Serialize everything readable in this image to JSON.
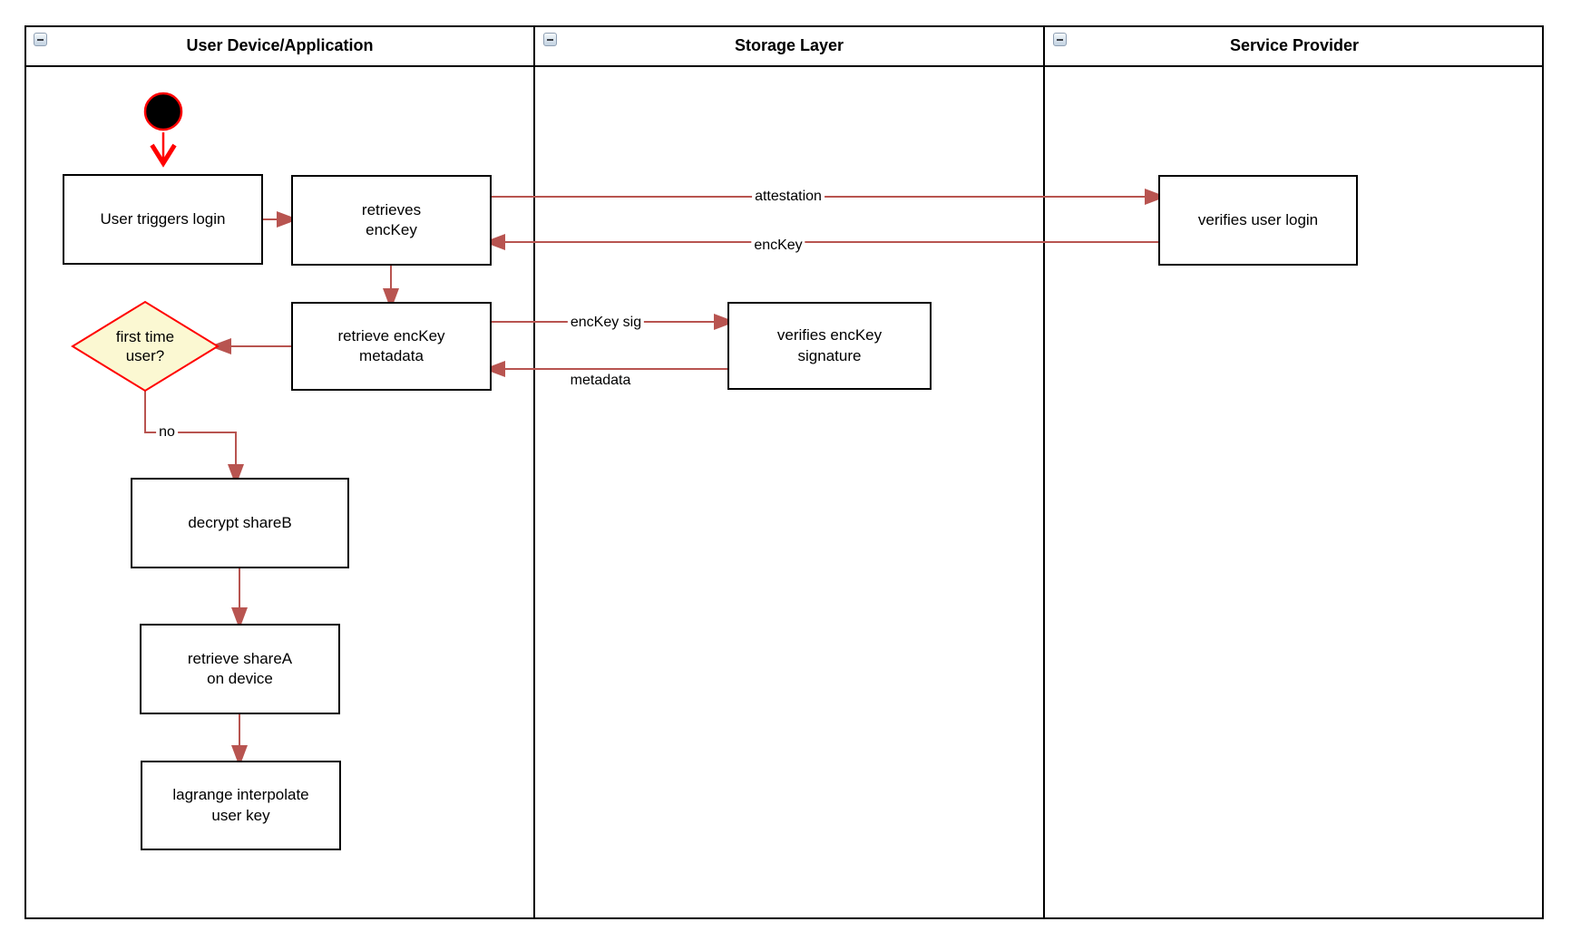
{
  "diagram": {
    "lanes": [
      {
        "title": "User Device/Application"
      },
      {
        "title": "Storage Layer"
      },
      {
        "title": "Service Provider"
      }
    ],
    "nodes": {
      "start": "",
      "user_triggers_login": "User triggers login",
      "retrieves_enckey": "retrieves\nencKey",
      "retrieve_enckey_metadata": "retrieve encKey\nmetadata",
      "first_time_user": "first time\nuser?",
      "decrypt_shareb": "decrypt shareB",
      "retrieve_sharea_on_device": "retrieve shareA\non device",
      "lagrange_interpolate_user_key": "lagrange interpolate\nuser key",
      "verifies_enckey_signature": "verifies encKey\nsignature",
      "verifies_user_login": "verifies user login"
    },
    "edge_labels": {
      "attestation": "attestation",
      "enckey": "encKey",
      "enckey_sig": "encKey sig",
      "metadata": "metadata",
      "no": "no"
    },
    "colors": {
      "arrow": "#b85450",
      "start_arrow": "#ff0000",
      "node_border": "#000000",
      "decision_fill": "#fbf8d2",
      "decision_border": "#ff0000",
      "start_fill": "#000000",
      "lane_border": "#000000"
    }
  }
}
